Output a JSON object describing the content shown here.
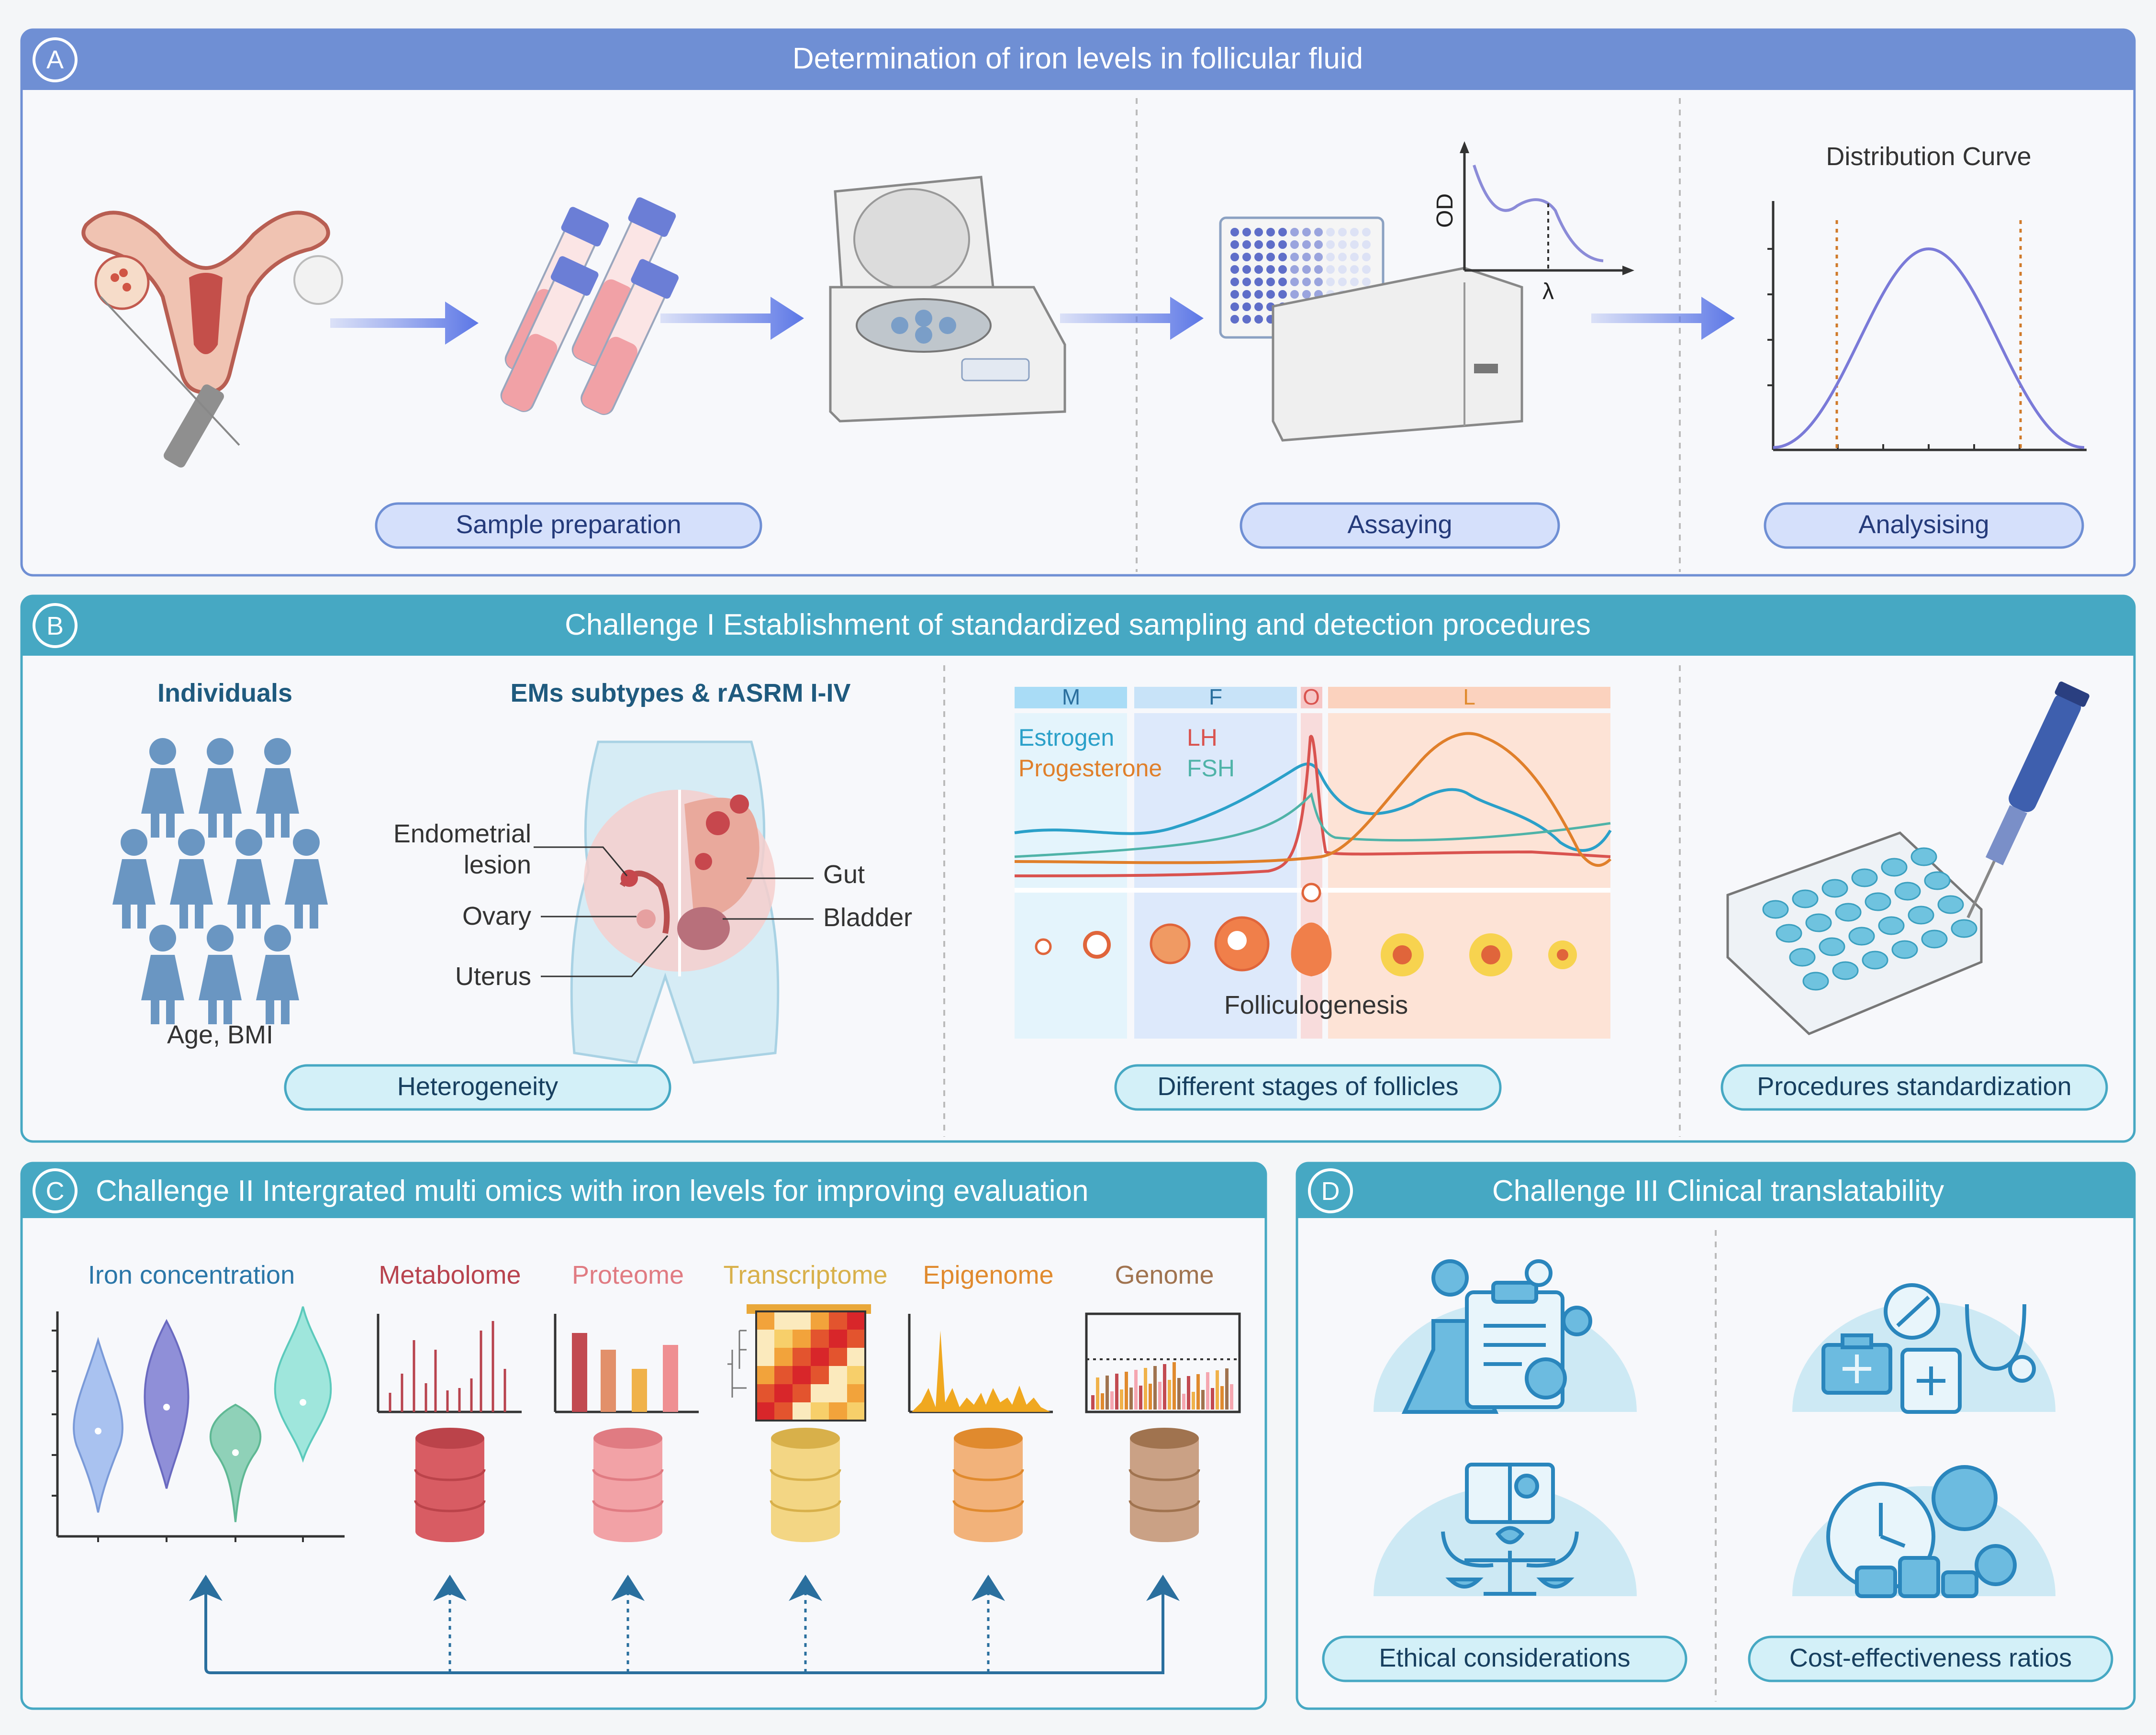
{
  "panelA": {
    "letter": "A",
    "title": "Determination of iron levels in follicular fluid",
    "labels": [
      "Sample preparation",
      "Assaying",
      "Analysising"
    ],
    "distribution_title": "Distribution Curve",
    "od_label": "OD",
    "lambda_label": "λ"
  },
  "panelB": {
    "letter": "B",
    "title": "Challenge I  Establishment of standardized sampling and detection procedures",
    "individuals_title": "Individuals",
    "individuals_caption": "Age, BMI",
    "ems_title": "EMs subtypes & rASRM I-IV",
    "anatomy_labels": {
      "lesion_line1": "Endometrial",
      "lesion_line2": "lesion",
      "ovary": "Ovary",
      "uterus": "Uterus",
      "gut": "Gut",
      "bladder": "Bladder"
    },
    "phases": [
      "M",
      "F",
      "O",
      "L"
    ],
    "hormones": {
      "estrogen": "Estrogen",
      "lh": "LH",
      "progesterone": "Progesterone",
      "fsh": "FSH"
    },
    "folliculogenesis": "Folliculogenesis",
    "labels": [
      "Heterogeneity",
      "Different stages of follicles",
      "Procedures standardization"
    ]
  },
  "panelC": {
    "letter": "C",
    "title": "Challenge II  Intergrated multi omics with iron levels for improving evaluation",
    "columns": [
      {
        "label": "Iron concentration",
        "color": "#2a76a8"
      },
      {
        "label": "Metabolome",
        "color": "#b8434e"
      },
      {
        "label": "Proteome",
        "color": "#e07b82"
      },
      {
        "label": "Transcriptome",
        "color": "#d8b04a"
      },
      {
        "label": "Epigenome",
        "color": "#e08a2e"
      },
      {
        "label": "Genome",
        "color": "#a0734f"
      }
    ]
  },
  "panelD": {
    "letter": "D",
    "title": "Challenge III  Clinical translatability",
    "labels": [
      "Ethical considerations",
      "Cost-effectiveness ratios"
    ]
  },
  "colors": {
    "panelA_header": "#6f8fd4",
    "panelBCD_header": "#46a8c3",
    "label_blue": "#d5e0fb",
    "label_cyan": "#d3f0f8",
    "icon_blue": "#4aa3d0"
  }
}
